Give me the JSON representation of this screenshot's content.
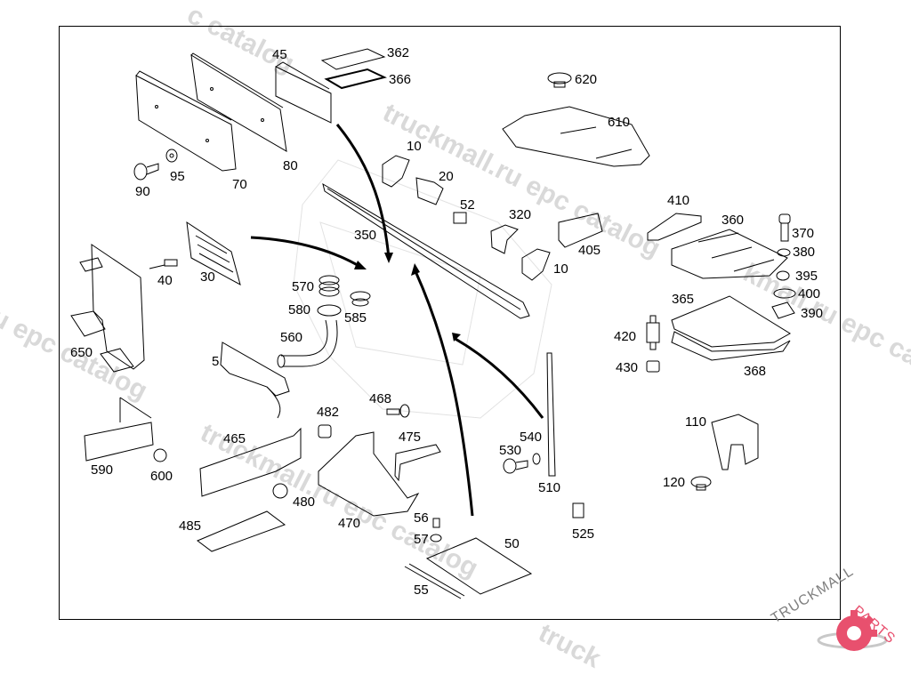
{
  "diagram": {
    "title": "Exploded parts diagram",
    "part_labels": {
      "p45": "45",
      "p362": "362",
      "p366": "366",
      "p620": "620",
      "p610": "610",
      "p90": "90",
      "p95": "95",
      "p70": "70",
      "p80": "80",
      "p10a": "10",
      "p20": "20",
      "p52": "52",
      "p320": "320",
      "p405": "405",
      "p10b": "10",
      "p350": "350",
      "p410": "410",
      "p360": "360",
      "p370": "370",
      "p380": "380",
      "p395": "395",
      "p400": "400",
      "p390": "390",
      "p365": "365",
      "p368": "368",
      "p420": "420",
      "p430": "430",
      "p40": "40",
      "p30": "30",
      "p650": "650",
      "p570": "570",
      "p580": "580",
      "p585": "585",
      "p560": "560",
      "p5": "5",
      "p590": "590",
      "p600": "600",
      "p465": "465",
      "p480": "480",
      "p485": "485",
      "p482": "482",
      "p468": "468",
      "p475": "475",
      "p470": "470",
      "p56": "56",
      "p57": "57",
      "p50": "50",
      "p55": "55",
      "p540": "540",
      "p530": "530",
      "p510": "510",
      "p525": "525",
      "p110": "110",
      "p120": "120"
    }
  },
  "watermarks": {
    "w1": "truckmall.ru epc catalog",
    "w2": "u epc catalog",
    "w3": "truckmall.ru epc catalog",
    "w4": "c catalog",
    "w5": "kmall.ru epc catalog",
    "w6": "truck"
  },
  "logo": {
    "text_left": "TRUCKMALL",
    "text_right": "PARTS",
    "accent_color": "#e8506e",
    "gray_color": "#7f7f7f"
  }
}
